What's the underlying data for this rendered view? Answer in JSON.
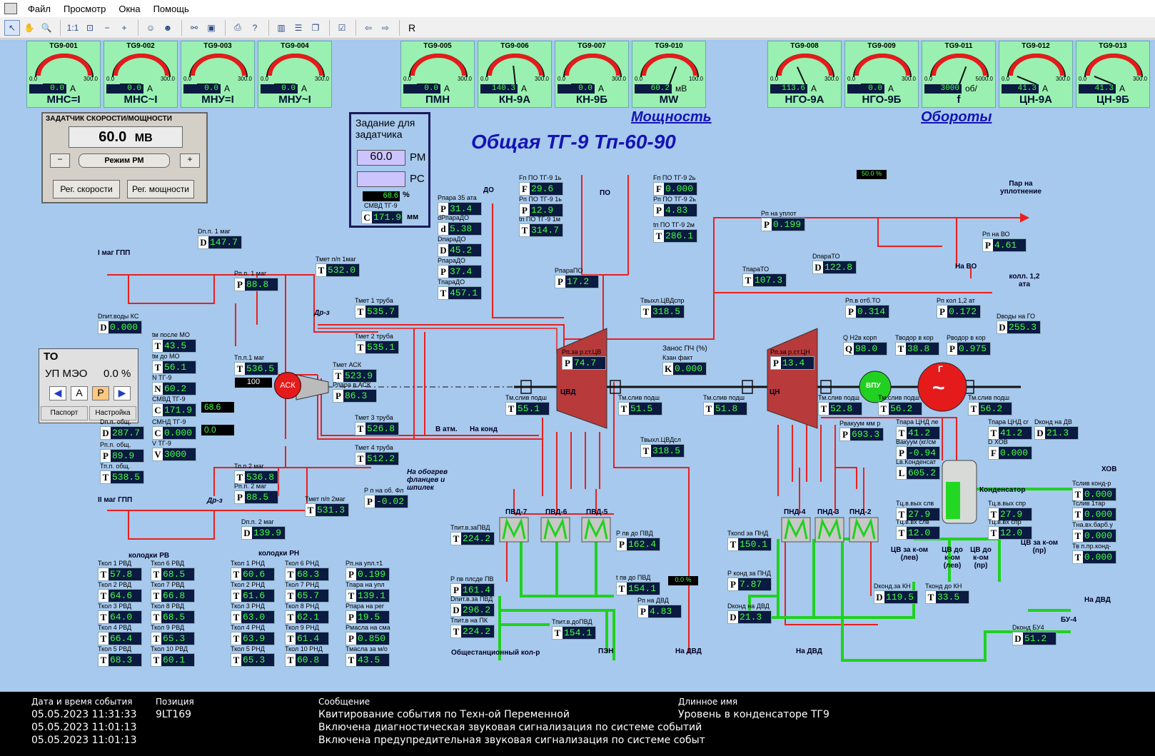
{
  "menu": {
    "items": [
      "Файл",
      "Просмотр",
      "Окна",
      "Помощь"
    ]
  },
  "toolbar": {
    "r_label": "R"
  },
  "gauges": [
    {
      "tag": "TG9-001",
      "value": "0.0",
      "unit": "А",
      "label": "МНС=I",
      "max": "300.0",
      "level": 0
    },
    {
      "tag": "TG9-002",
      "value": "0.0",
      "unit": "А",
      "label": "МНС~I",
      "max": "300.0",
      "level": 0
    },
    {
      "tag": "TG9-003",
      "value": "0.0",
      "unit": "А",
      "label": "МНУ=I",
      "max": "300.0",
      "level": 0
    },
    {
      "tag": "TG9-004",
      "value": "0.0",
      "unit": "А",
      "label": "МНУ~I",
      "max": "300.0",
      "level": 0
    },
    {
      "tag": "TG9-005",
      "value": "0.0",
      "unit": "А",
      "label": "ПМН",
      "max": "300.0",
      "level": 0
    },
    {
      "tag": "TG9-006",
      "value": "140.3",
      "unit": "А",
      "label": "КН-9А",
      "max": "300.0",
      "level": 0.47
    },
    {
      "tag": "TG9-007",
      "value": "0.0",
      "unit": "А",
      "label": "КН-9Б",
      "max": "300.0",
      "level": 0
    },
    {
      "tag": "TG9-010",
      "value": "60.2",
      "unit": "мВ",
      "label": "MW",
      "max": "100.0",
      "level": 0.6
    },
    {
      "tag": "TG9-008",
      "value": "113.6",
      "unit": "А",
      "label": "НГО-9А",
      "max": "300.0",
      "level": 0.38
    },
    {
      "tag": "TG9-009",
      "value": "0.0",
      "unit": "А",
      "label": "НГО-9Б",
      "max": "300.0",
      "level": 0
    },
    {
      "tag": "TG9-011",
      "value": "3000",
      "unit": "об/",
      "label": "f",
      "max": "5000.0",
      "level": 0.6
    },
    {
      "tag": "TG9-012",
      "value": "41.3",
      "unit": "А",
      "label": "ЦН-9А",
      "max": "300.0",
      "level": 0.14
    },
    {
      "tag": "TG9-013",
      "value": "41.3",
      "unit": "А",
      "label": "ЦН-9Б",
      "max": "300.0",
      "level": 0.14
    }
  ],
  "headings": {
    "power": "Мощность",
    "speed": "Обороты",
    "main": "Общая ТГ-9 Тп-60-90"
  },
  "setter": {
    "title": "ЗАДАТЧИК СКОРОСТИ/МОЩНОСТИ",
    "value": "60.0",
    "unit": "МВ",
    "minus": "−",
    "mode": "Режим РМ",
    "plus": "+",
    "btn_speed": "Рег. скорости",
    "btn_power": "Рег. мощности"
  },
  "task": {
    "title": "Задание для задатчика",
    "rm_value": "60.0",
    "rm": "РМ",
    "rs": "РС",
    "smvd_value": "68.6",
    "pct": "%",
    "smvd_label": "СМВД ТГ-9",
    "c_value": "171.9",
    "c_unit": "мм"
  },
  "to": {
    "title": "ТО",
    "up": "УП МЭО",
    "up_value": "0.0 %",
    "a": "А",
    "p": "Р",
    "passport": "Паспорт",
    "settings": "Настройка"
  },
  "ask": {
    "label": "АСК",
    "value": "100"
  },
  "valve_pct": {
    "top": "50.0 %",
    "bottom": "0.0 %"
  },
  "readings": [
    {
      "id": "r1",
      "cap": "Dп.п. 1 маг",
      "l": "D",
      "v": "147.7"
    },
    {
      "id": "r2",
      "cap": "Рп.п. 1 маг",
      "l": "P",
      "v": "88.8"
    },
    {
      "id": "r3",
      "cap": "Тмет п/п 1маг",
      "l": "T",
      "v": "532.0"
    },
    {
      "id": "r4",
      "cap": "Dпит.воды КС",
      "l": "D",
      "v": "0.000"
    },
    {
      "id": "r5",
      "cap": "tм после МО",
      "l": "T",
      "v": "43.5"
    },
    {
      "id": "r6",
      "cap": "tм до МО",
      "l": "T",
      "v": "56.1"
    },
    {
      "id": "r7",
      "cap": "N ТГ-9",
      "l": "N",
      "v": "60.2"
    },
    {
      "id": "r8",
      "cap": "СМВД ТГ-9",
      "l": "C",
      "v": "171.9"
    },
    {
      "id": "r9",
      "cap": "СМНД ТГ-9",
      "l": "C",
      "v": "0.000"
    },
    {
      "id": "r10",
      "cap": "V ТГ-9",
      "l": "V",
      "v": "3000"
    },
    {
      "id": "r11",
      "cap": "Tп.п.1 маг",
      "l": "T",
      "v": "536.5"
    },
    {
      "id": "r12",
      "cap": "Dп.п. общ.",
      "l": "D",
      "v": "287.7"
    },
    {
      "id": "r13",
      "cap": "Рп.п. общ.",
      "l": "P",
      "v": "89.9"
    },
    {
      "id": "r14",
      "cap": "Тп.п. общ.",
      "l": "T",
      "v": "538.5"
    },
    {
      "id": "r15",
      "cap": "Тп.п.2 маг",
      "l": "T",
      "v": "536.8"
    },
    {
      "id": "r16",
      "cap": "Рп.п. 2 маг",
      "l": "P",
      "v": "88.5"
    },
    {
      "id": "r17",
      "cap": "Тмет п/п 2маг",
      "l": "T",
      "v": "531.3"
    },
    {
      "id": "r18",
      "cap": "Dп.п. 2 маг",
      "l": "D",
      "v": "139.9"
    },
    {
      "id": "r19",
      "cap": "Тмет 1 труба",
      "l": "T",
      "v": "535.7"
    },
    {
      "id": "r20",
      "cap": "Тмет 2 труба",
      "l": "T",
      "v": "535.1"
    },
    {
      "id": "r21",
      "cap": "Тмет АСК",
      "l": "T",
      "v": "523.9"
    },
    {
      "id": "r22",
      "cap": "Рпара в АСК",
      "l": "P",
      "v": "86.3"
    },
    {
      "id": "r23",
      "cap": "Тмет 3 труба",
      "l": "T",
      "v": "526.8"
    },
    {
      "id": "r24",
      "cap": "Тмет 4 труба",
      "l": "T",
      "v": "512.2"
    },
    {
      "id": "r25",
      "cap": "Р п на об. Фл",
      "l": "P",
      "v": "-0.02"
    },
    {
      "id": "r26",
      "cap": "Рпара 35 ата",
      "l": "P",
      "v": "31.4"
    },
    {
      "id": "r27",
      "cap": "dPпараДО",
      "l": "d",
      "v": "5.38"
    },
    {
      "id": "r28",
      "cap": "DпараДО",
      "l": "D",
      "v": "45.2"
    },
    {
      "id": "r29",
      "cap": "РпараДО",
      "l": "P",
      "v": "37.4"
    },
    {
      "id": "r30",
      "cap": "ТпараДО",
      "l": "T",
      "v": "457.1"
    },
    {
      "id": "r31",
      "cap": "Fп ПО ТГ-9 1ь",
      "l": "F",
      "v": "29.6"
    },
    {
      "id": "r32",
      "cap": "Рп ПО ТГ-9 1ь",
      "l": "P",
      "v": "12.9"
    },
    {
      "id": "r33",
      "cap": "tп ПО ТГ-9 1м",
      "l": "T",
      "v": "314.7"
    },
    {
      "id": "r34",
      "cap": "Fп ПО ТГ-9 2ь",
      "l": "F",
      "v": "0.000"
    },
    {
      "id": "r35",
      "cap": "Рп ПО ТГ-9 2ь",
      "l": "P",
      "v": "4.83"
    },
    {
      "id": "r36",
      "cap": "tп ПО ТГ-9 2м",
      "l": "T",
      "v": "286.1"
    },
    {
      "id": "r37",
      "cap": "РпараПО",
      "l": "P",
      "v": "17.2"
    },
    {
      "id": "r38",
      "cap": "Твыхл.ЦВДспр",
      "l": "T",
      "v": "318.5"
    },
    {
      "id": "r39",
      "cap": "Рп.за р.ст.ЦВ",
      "l": "P",
      "v": "74.7"
    },
    {
      "id": "r40",
      "cap": "Кзан факт",
      "l": "K",
      "v": "0.000"
    },
    {
      "id": "r41",
      "cap": "Рп.за р.ст.ЦН",
      "l": "P",
      "v": "13.4"
    },
    {
      "id": "r42",
      "cap": "Тм.слив подш",
      "l": "T",
      "v": "55.1"
    },
    {
      "id": "r43",
      "cap": "Тм.слив подш",
      "l": "T",
      "v": "51.5"
    },
    {
      "id": "r44",
      "cap": "Тм.слив подш",
      "l": "T",
      "v": "51.8"
    },
    {
      "id": "r45",
      "cap": "Тм.слив подш",
      "l": "T",
      "v": "52.8"
    },
    {
      "id": "r46",
      "cap": "Тм.слив подш",
      "l": "T",
      "v": "56.2"
    },
    {
      "id": "r47",
      "cap": "Тм.слив подш",
      "l": "T",
      "v": "56.2"
    },
    {
      "id": "r48",
      "cap": "Твыхл.ЦВДсл",
      "l": "T",
      "v": "318.5"
    },
    {
      "id": "r49",
      "cap": "Рп на уплот",
      "l": "P",
      "v": "0.199"
    },
    {
      "id": "r50",
      "cap": "Рп на ВО",
      "l": "P",
      "v": "4.61"
    },
    {
      "id": "r51",
      "cap": "DпараТО",
      "l": "D",
      "v": "122.8"
    },
    {
      "id": "r52",
      "cap": "ТпараТО",
      "l": "T",
      "v": "107.3"
    },
    {
      "id": "r53",
      "cap": "Рп.в отб.ТО",
      "l": "P",
      "v": "0.314"
    },
    {
      "id": "r54",
      "cap": "Рп кол 1,2 ат",
      "l": "P",
      "v": "0.172"
    },
    {
      "id": "r55",
      "cap": "Dводы на ГО",
      "l": "D",
      "v": "255.3"
    },
    {
      "id": "r56",
      "cap": "Q H2в корп",
      "l": "Q",
      "v": "98.0"
    },
    {
      "id": "r57",
      "cap": "Тводор в кор",
      "l": "T",
      "v": "38.8"
    },
    {
      "id": "r58",
      "cap": "Рводор в кор",
      "l": "P",
      "v": "0.975"
    },
    {
      "id": "r59",
      "cap": "Рвакуум мм р",
      "l": "P",
      "v": "693.3"
    },
    {
      "id": "r60",
      "cap": "Тпара ЦНД ле",
      "l": "T",
      "v": "41.2"
    },
    {
      "id": "r61",
      "cap": "Вакуум (кг/см",
      "l": "P",
      "v": "-0.94"
    },
    {
      "id": "r62",
      "cap": "Lв.Конденсат",
      "l": "L",
      "v": "605.2"
    },
    {
      "id": "r63",
      "cap": "Тпара ЦНД сг",
      "l": "T",
      "v": "41.2"
    },
    {
      "id": "r64",
      "cap": "Dконд на ДВ",
      "l": "D",
      "v": "21.3"
    },
    {
      "id": "r65",
      "cap": "D ХОВ",
      "l": "F",
      "v": "0.000"
    },
    {
      "id": "r66",
      "cap": "Тц.в.вых слв",
      "l": "T",
      "v": "27.9"
    },
    {
      "id": "r67",
      "cap": "Тц.в.вх слв",
      "l": "T",
      "v": "12.0"
    },
    {
      "id": "r68",
      "cap": "Тц.в.вых спр",
      "l": "T",
      "v": "27.9"
    },
    {
      "id": "r69",
      "cap": "Тц.в.вх спр",
      "l": "T",
      "v": "12.0"
    },
    {
      "id": "r70",
      "cap": "Тслив конд-р",
      "l": "T",
      "v": "0.000"
    },
    {
      "id": "r71",
      "cap": "Тслив 1тар",
      "l": "T",
      "v": "0.000"
    },
    {
      "id": "r72",
      "cap": "Тна.вх.барб.у",
      "l": "T",
      "v": "0.000"
    },
    {
      "id": "r73",
      "cap": "Тв п.пр.конд-",
      "l": "T",
      "v": "0.000"
    },
    {
      "id": "r74",
      "cap": "Ткond за ПНД",
      "l": "T",
      "v": "150.1"
    },
    {
      "id": "r75",
      "cap": "Р конд за ПНД",
      "l": "P",
      "v": "7.87"
    },
    {
      "id": "r76",
      "cap": "Dконд на ДВД",
      "l": "D",
      "v": "21.3"
    },
    {
      "id": "r77",
      "cap": "Dконд.за КН",
      "l": "D",
      "v": "119.5"
    },
    {
      "id": "r78",
      "cap": "Тконд до КН",
      "l": "T",
      "v": "33.5"
    },
    {
      "id": "r79",
      "cap": "Dконд БУ4",
      "l": "D",
      "v": "51.2"
    },
    {
      "id": "r80",
      "cap": "Тпит.в.заПВД",
      "l": "T",
      "v": "224.2"
    },
    {
      "id": "r81",
      "cap": "Р пв до ПВД",
      "l": "P",
      "v": "162.4"
    },
    {
      "id": "r82",
      "cap": "Р пв плсде ПВ",
      "l": "P",
      "v": "161.4"
    },
    {
      "id": "r83",
      "cap": "Dпит.в.за ПВД",
      "l": "D",
      "v": "296.2"
    },
    {
      "id": "r84",
      "cap": "Тпит.в на ПК",
      "l": "T",
      "v": "224.2"
    },
    {
      "id": "r85",
      "cap": "t пв до ПВД",
      "l": "T",
      "v": "154.1"
    },
    {
      "id": "r86",
      "cap": "Тпит.в.доПВД",
      "l": "T",
      "v": "154.1"
    },
    {
      "id": "r87",
      "cap": "Рп на ДВД",
      "l": "P",
      "v": "4.83"
    },
    {
      "id": "r88",
      "cap": "Ткол 1 РВД",
      "l": "T",
      "v": "57.8"
    },
    {
      "id": "r89",
      "cap": "Ткол 2 РВД",
      "l": "T",
      "v": "64.6"
    },
    {
      "id": "r90",
      "cap": "Ткол 3 РВД",
      "l": "T",
      "v": "64.0"
    },
    {
      "id": "r91",
      "cap": "Ткол 4 РВД",
      "l": "T",
      "v": "66.4"
    },
    {
      "id": "r92",
      "cap": "Ткол 5 РВД",
      "l": "T",
      "v": "68.3"
    },
    {
      "id": "r93",
      "cap": "Ткол 6 РВД",
      "l": "T",
      "v": "68.5"
    },
    {
      "id": "r94",
      "cap": "Ткол 7 РВД",
      "l": "T",
      "v": "66.8"
    },
    {
      "id": "r95",
      "cap": "Ткол 8 РВД",
      "l": "T",
      "v": "68.5"
    },
    {
      "id": "r96",
      "cap": "Ткол 9 РВД",
      "l": "T",
      "v": "65.3"
    },
    {
      "id": "r97",
      "cap": "Ткол 10 РВД",
      "l": "T",
      "v": "60.1"
    },
    {
      "id": "r98",
      "cap": "Ткол 1 РНД",
      "l": "T",
      "v": "60.6"
    },
    {
      "id": "r99",
      "cap": "Ткол 2 РНД",
      "l": "T",
      "v": "61.6"
    },
    {
      "id": "r100",
      "cap": "Ткол 3 РНД",
      "l": "T",
      "v": "63.0"
    },
    {
      "id": "r101",
      "cap": "Ткол 4 РНД",
      "l": "T",
      "v": "63.9"
    },
    {
      "id": "r102",
      "cap": "Ткол 5 РНД",
      "l": "T",
      "v": "65.3"
    },
    {
      "id": "r103",
      "cap": "Ткол 6 РНД",
      "l": "T",
      "v": "68.3"
    },
    {
      "id": "r104",
      "cap": "Ткол 7 РНД",
      "l": "T",
      "v": "65.7"
    },
    {
      "id": "r105",
      "cap": "Ткол 8 РНД",
      "l": "T",
      "v": "62.1"
    },
    {
      "id": "r106",
      "cap": "Ткол 9 РНД",
      "l": "T",
      "v": "61.4"
    },
    {
      "id": "r107",
      "cap": "Ткол 10 РНД",
      "l": "T",
      "v": "60.8"
    },
    {
      "id": "r108",
      "cap": "Рп.на упл.т1",
      "l": "P",
      "v": "0.199"
    },
    {
      "id": "r109",
      "cap": "Тпара на упл",
      "l": "T",
      "v": "139.1"
    },
    {
      "id": "r110",
      "cap": "Рпара на рег",
      "l": "P",
      "v": "19.5"
    },
    {
      "id": "r111",
      "cap": "Рмасла на сма",
      "l": "P",
      "v": "0.850"
    },
    {
      "id": "r112",
      "cap": "Тмасла за м/о",
      "l": "T",
      "v": "43.5"
    }
  ],
  "side_values": {
    "smvd": "68.6",
    "smnd": "0.0"
  },
  "labels": {
    "gpp1": "I маг ГПП",
    "gpp2": "II маг ГПП",
    "drz": "Др-з",
    "drz2": "Др-з",
    "do": "ДО",
    "po": "ПО",
    "v_atm": "В атм.",
    "na_kond": "На конд",
    "obogrev": "На обогрев фланцев и шпилек",
    "cvd": "ЦВД",
    "cn": "ЦН",
    "vpu": "ВПУ",
    "gen": "Г",
    "zanos": "Занос ПЧ (%)",
    "par_upl": "Пар на уплотнение",
    "na_vo": "На ВО",
    "koll": "колл. 1,2 ата",
    "kondensator": "Конденсатор",
    "hov": "ХОВ",
    "na_dvd": "На ДВД",
    "bu4": "БУ-4",
    "cv_lev1": "ЦВ за к-ом (лев)",
    "cv_lev2": "ЦВ до к-ом (лев)",
    "cv_pr1": "ЦВ до к-ом (пр)",
    "cv_pr2": "ЦВ за к-ом (пр)",
    "na_dvd2": "На ДВД",
    "na_dvd3": "На ДВД",
    "pen": "ПЭН",
    "obsh": "Общестанционный кол-р",
    "kolodki_rv": "колодки РВ",
    "kolodki_rn": "колодки РН",
    "pvd7": "ПВД-7",
    "pvd6": "ПВД-6",
    "pvd5": "ПВД-5",
    "pnd4": "ПНД-4",
    "pnd3": "ПНД-3",
    "pnd2": "ПНД-2"
  },
  "events": {
    "headers": [
      "Дата и время события",
      "Позиция",
      "Сообщение",
      "Длинное имя"
    ],
    "rows": [
      {
        "dt": "05.05.2023 11:31:33",
        "pos": "9LT169",
        "msg": "Квитирование события по Техн-ой Переменной",
        "name": "Уровень в конденсаторе ТГ9"
      },
      {
        "dt": "05.05.2023 11:01:13",
        "pos": "",
        "msg": "Включена диагностическая звуковая сигнализация по системе событий",
        "name": ""
      },
      {
        "dt": "05.05.2023 11:01:13",
        "pos": "",
        "msg": "Включена предупредительная звуковая сигнализация по системе событ",
        "name": ""
      }
    ]
  },
  "colors": {
    "steam": "#e8201e",
    "water": "#1fd21f",
    "bg": "#a7c9ed",
    "value": "#44ff44"
  }
}
